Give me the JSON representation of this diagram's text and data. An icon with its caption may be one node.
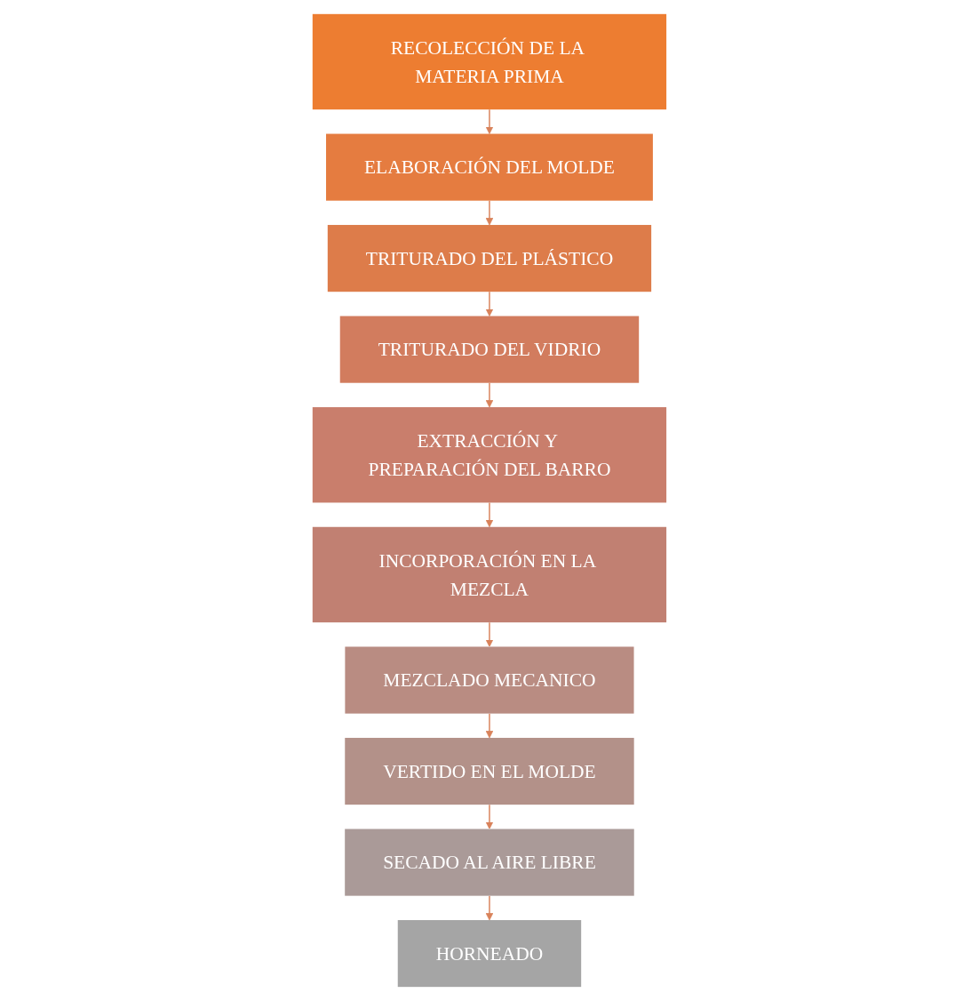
{
  "diagram": {
    "nodes": [
      {
        "text": [
          "RECOLECCIÓN DE LA MATERIA PRIMA"
        ]
      },
      {
        "text": [
          "ELABORACIÓN DEL MOLDE"
        ]
      },
      {
        "text": [
          "TRITURADO DEL PLÁSTICO"
        ]
      },
      {
        "text": [
          "TRITURADO DEL VIDRIO"
        ]
      },
      {
        "text": [
          "EXTRACCIÓN Y PREPARACIÓN DEL BARRO"
        ]
      },
      {
        "text": [
          "INCORPORACIÓN EN LA MEZCLA"
        ]
      },
      {
        "text": [
          "MEZCLADO MECANICO"
        ]
      },
      {
        "text": [
          "VERTIDO EN EL MOLDE"
        ]
      },
      {
        "text": [
          "SECADO AL AIRE LIBRE"
        ]
      },
      {
        "text": [
          "HORNEADO"
        ]
      }
    ],
    "edges": [
      {
        "from": 0,
        "to": 1,
        "arrow": "to"
      },
      {
        "from": 1,
        "to": 2,
        "arrow": "to"
      },
      {
        "from": 2,
        "to": 3,
        "arrow": "to"
      },
      {
        "from": 3,
        "to": 4,
        "arrow": "to"
      },
      {
        "from": 4,
        "to": 5,
        "arrow": "to"
      },
      {
        "from": 5,
        "to": 6,
        "arrow": "to"
      },
      {
        "from": 6,
        "to": 7,
        "arrow": "to"
      },
      {
        "from": 7,
        "to": 8,
        "arrow": "to"
      },
      {
        "from": 8,
        "to": 9,
        "arrow": "to"
      }
    ]
  }
}
